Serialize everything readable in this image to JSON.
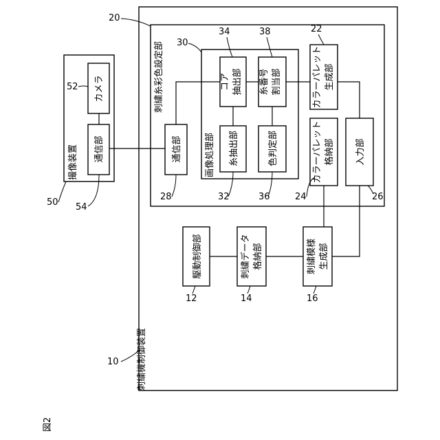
{
  "figure_label": "図2",
  "outer_device": {
    "name": "刺繍機制御装置",
    "ref": "10"
  },
  "color_setting": {
    "name": "刺繍糸彩色設定部",
    "ref": "20"
  },
  "image_processing": {
    "name": "画像処理部",
    "ref": "30"
  },
  "core_extraction": {
    "name": [
      "コア",
      "抽出部"
    ],
    "ref": "34"
  },
  "thread_number": {
    "name": [
      "糸番号",
      "割当部"
    ],
    "ref": "38"
  },
  "palette_gen": {
    "name": [
      "カラーパレット",
      "生成部"
    ],
    "ref": "22"
  },
  "thread_extraction": {
    "name": "糸抽出部",
    "ref": "32"
  },
  "color_determination": {
    "name": "色判定部",
    "ref": "36"
  },
  "palette_store": {
    "name": [
      "カラーパレット",
      "格納部"
    ],
    "ref": "24"
  },
  "input_unit": {
    "name": "入力部",
    "ref": "26"
  },
  "comm_unit": {
    "name": "通信部",
    "ref": "28"
  },
  "imaging_device": {
    "name": "撮像装置",
    "ref": "50"
  },
  "camera": {
    "name": "カメラ",
    "ref": "52"
  },
  "imaging_comm": {
    "name": "通信部",
    "ref": "54"
  },
  "drive_control": {
    "name": "駆動制御部",
    "ref": "12"
  },
  "embroidery_data": {
    "name": [
      "刺繍データ",
      "格納部"
    ],
    "ref": "14"
  },
  "pattern_gen": {
    "name": [
      "刺繍模様",
      "生成部"
    ],
    "ref": "16"
  }
}
